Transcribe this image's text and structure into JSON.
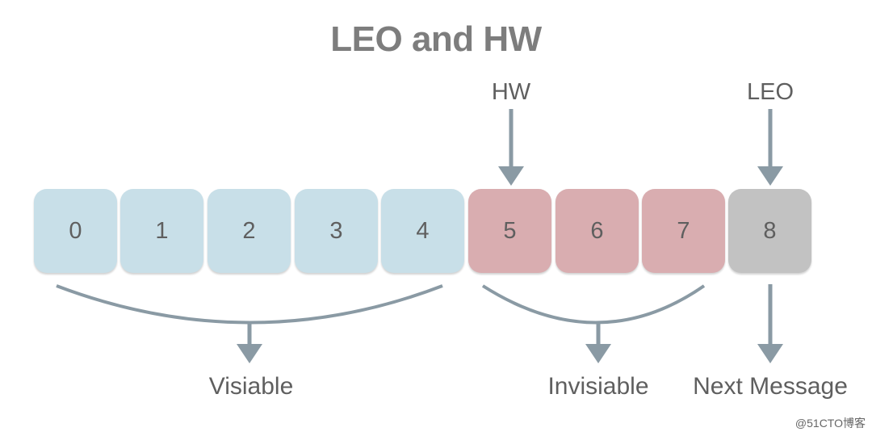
{
  "title": "LEO and HW",
  "cells": [
    {
      "label": "0",
      "group": "visible"
    },
    {
      "label": "1",
      "group": "visible"
    },
    {
      "label": "2",
      "group": "visible"
    },
    {
      "label": "3",
      "group": "visible"
    },
    {
      "label": "4",
      "group": "visible"
    },
    {
      "label": "5",
      "group": "invisible"
    },
    {
      "label": "6",
      "group": "invisible"
    },
    {
      "label": "7",
      "group": "invisible"
    },
    {
      "label": "8",
      "group": "next"
    }
  ],
  "colors": {
    "visible": "#c8dfe8",
    "invisible": "#d9adb0",
    "next": "#c2c2c2",
    "arrow": "#8a9aa4",
    "text": "#5f5f5f",
    "title": "#7d7d7d"
  },
  "pointers": {
    "hw": "HW",
    "leo": "LEO"
  },
  "groups": {
    "visible": "Visiable",
    "invisible": "Invisiable",
    "next": "Next Message"
  },
  "watermark": "@51CTO博客"
}
